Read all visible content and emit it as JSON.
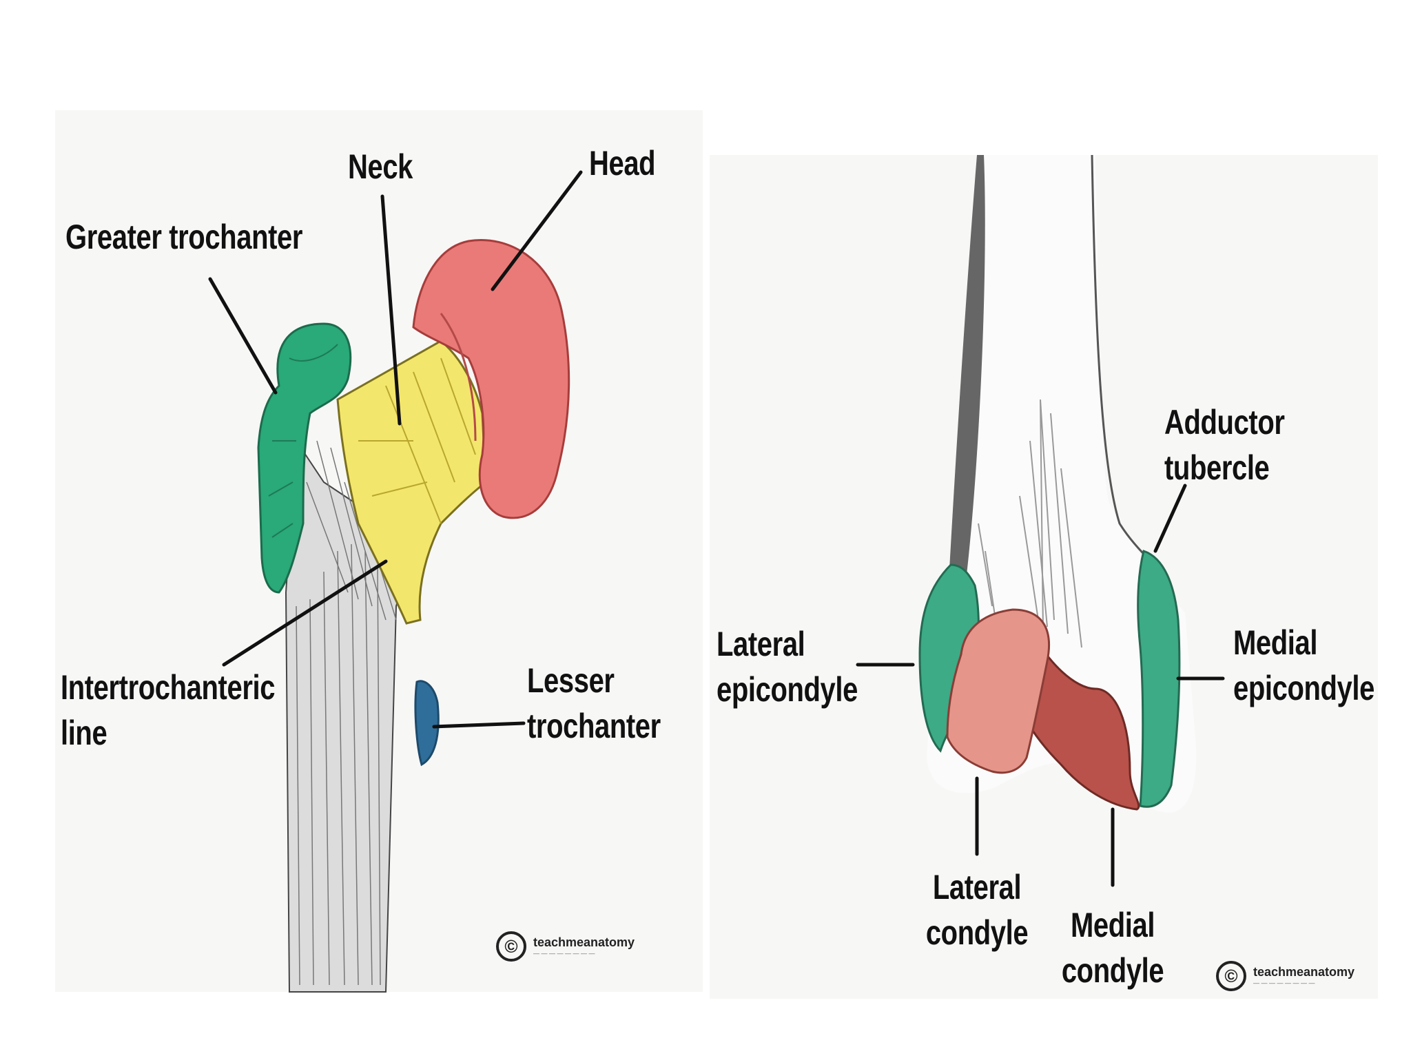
{
  "figure_left": {
    "labels": {
      "neck": "Neck",
      "head": "Head",
      "greater_trochanter": "Greater trochanter",
      "intertrochanteric_line": [
        "Intertrochanteric",
        "line"
      ],
      "lesser_trochanter": [
        "Lesser",
        "trochanter"
      ]
    },
    "watermark": "teachmeanatomy",
    "colors": {
      "head": "#e97a78",
      "neck": "#f3e66c",
      "greater_trochanter": "#2aa979",
      "lesser_trochanter": "#2f6e9a"
    }
  },
  "figure_right": {
    "labels": {
      "adductor_tubercle": [
        "Adductor",
        "tubercle"
      ],
      "lateral_epicondyle": [
        "Lateral",
        "epicondyle"
      ],
      "medial_epicondyle": [
        "Medial",
        "epicondyle"
      ],
      "lateral_condyle": [
        "Lateral",
        "condyle"
      ],
      "medial_condyle": [
        "Medial",
        "condyle"
      ]
    },
    "watermark": "teachmeanatomy",
    "colors": {
      "epicondyle": "#3cab86",
      "lateral_condyle": "#e59589",
      "medial_condyle": "#b8524a"
    }
  }
}
